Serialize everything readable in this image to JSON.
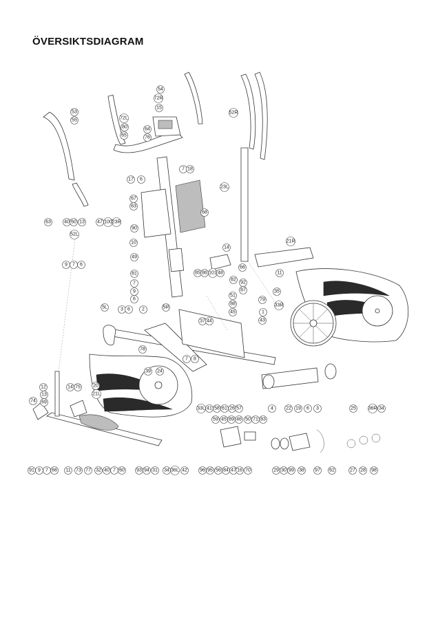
{
  "title": "ÖVERSIKTSDIAGRAM",
  "part_labels": [
    "54",
    "72R",
    "15",
    "53",
    "55",
    "52R",
    "72L",
    "80",
    "65",
    "64",
    "76",
    "7",
    "18",
    "17",
    "6",
    "23L",
    "67",
    "63",
    "68",
    "90",
    "63",
    "40",
    "60",
    "13",
    "47",
    "100",
    "23R",
    "10",
    "52L",
    "9",
    "7",
    "6",
    "49",
    "14",
    "21R",
    "66",
    "11",
    "85",
    "86",
    "101",
    "48",
    "82",
    "81",
    "7",
    "9",
    "6",
    "51",
    "92",
    "87",
    "88",
    "79",
    "45",
    "1",
    "43",
    "35",
    "33R",
    "5L",
    "3",
    "6",
    "2",
    "5R",
    "37",
    "44",
    "78",
    "7",
    "8",
    "39",
    "24",
    "20",
    "21L",
    "12",
    "13",
    "69",
    "14",
    "75",
    "74",
    "33L",
    "41",
    "58",
    "61",
    "26",
    "57",
    "59",
    "45",
    "89",
    "46",
    "50",
    "71",
    "83",
    "4",
    "22",
    "19",
    "6",
    "3",
    "25",
    "36R",
    "34",
    "91",
    "9",
    "7",
    "66",
    "11",
    "73",
    "77",
    "32",
    "40",
    "7",
    "60",
    "93",
    "94",
    "31",
    "34",
    "36L",
    "42",
    "96",
    "95",
    "56",
    "84",
    "47",
    "16",
    "70",
    "29",
    "30",
    "99",
    "38",
    "97",
    "62",
    "27",
    "28",
    "98"
  ],
  "icons": [
    "elliptical-trainer-exploded-view"
  ]
}
